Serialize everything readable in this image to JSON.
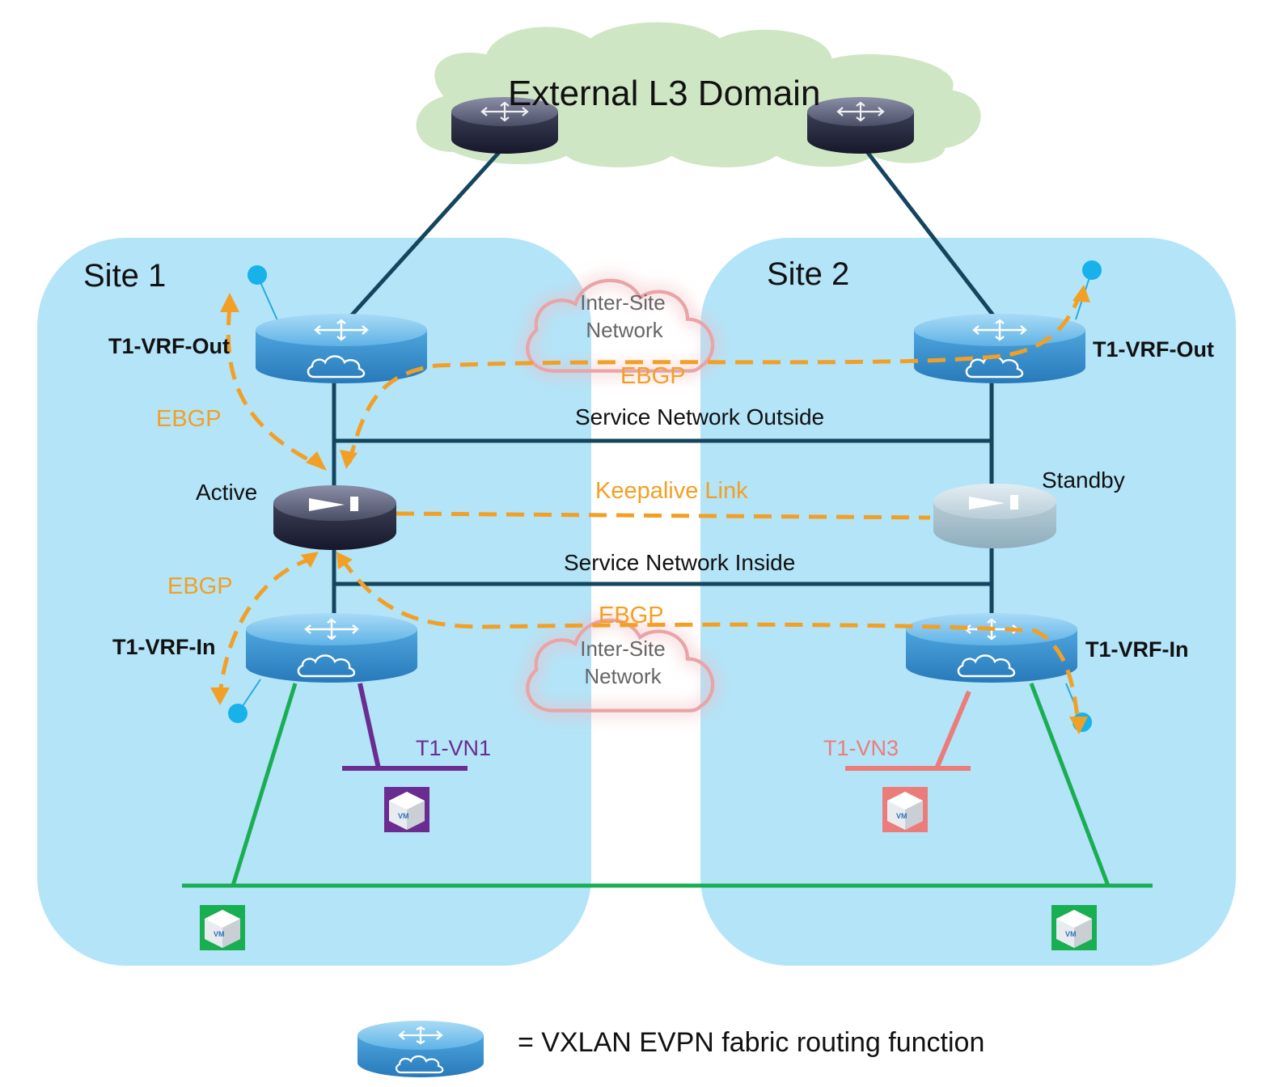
{
  "external": {
    "title": "External L3 Domain"
  },
  "sites": [
    {
      "label": "Site 1"
    },
    {
      "label": "Site 2"
    }
  ],
  "inter_site": {
    "top_line1": "Inter-Site",
    "top_line2": "Network",
    "bottom_line1": "Inter-Site",
    "bottom_line2": "Network"
  },
  "devices": {
    "site1_out": "T1-VRF-Out",
    "site2_out": "T1-VRF-Out",
    "site1_in": "T1-VRF-In",
    "site2_in": "T1-VRF-In",
    "active": "Active",
    "standby": "Standby"
  },
  "networks": {
    "outside": "Service Network Outside",
    "inside": "Service Network Inside",
    "vn1": "T1-VN1",
    "vn3": "T1-VN3"
  },
  "sessions": {
    "ebgp_left_top": "EBGP",
    "ebgp_left_bottom": "EBGP",
    "ebgp_cross_top": "EBGP",
    "ebgp_cross_bottom": "EBGP",
    "keepalive": "Keepalive Link"
  },
  "vm": {
    "label": "VM"
  },
  "legend": {
    "text": "= VXLAN EVPN fabric routing function"
  },
  "colors": {
    "site_bg": "#b3e4f8",
    "link": "#14455e",
    "session": "#f2a025",
    "vn1": "#6a2c91",
    "vn3": "#ec7c7a",
    "shared_vn": "#1aae52",
    "router_blue": "#3b93d3",
    "router_dark": "#2e3142",
    "cloud_green": "#cfe6c4"
  }
}
